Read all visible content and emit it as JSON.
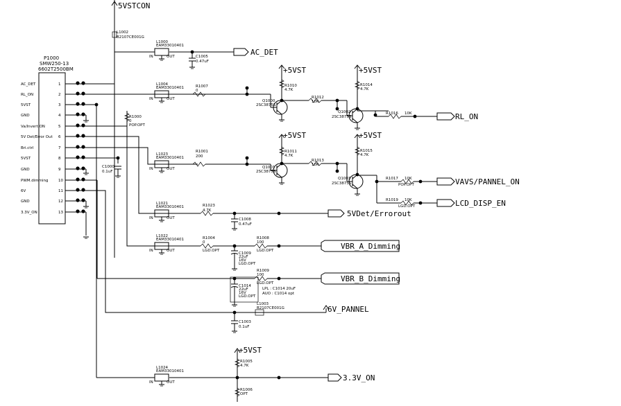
{
  "connector": {
    "ref": "P1000",
    "part": "SMW250-13",
    "code": "6602T2500BM",
    "pins": [
      {
        "num": "1",
        "label": "AC_DET"
      },
      {
        "num": "2",
        "label": "RL_ON"
      },
      {
        "num": "3",
        "label": "5VST"
      },
      {
        "num": "4",
        "label": "GND"
      },
      {
        "num": "5",
        "label": "Va/Invert.ON"
      },
      {
        "num": "6",
        "label": "5V Det/Error Out"
      },
      {
        "num": "7",
        "label": "Bri.ctrl"
      },
      {
        "num": "8",
        "label": "5VST"
      },
      {
        "num": "9",
        "label": "GND"
      },
      {
        "num": "10",
        "label": "PWM.dimming"
      },
      {
        "num": "11",
        "label": "6V"
      },
      {
        "num": "12",
        "label": "GND"
      },
      {
        "num": "13",
        "label": "3.3V_ON"
      }
    ]
  },
  "nets": {
    "top": "5VSTCON",
    "ac_det": "AC_DET",
    "rl_on": "RL_ON",
    "vavs": "VAVS/PANNEL_ON",
    "lcd": "LCD_DISP_EN",
    "err": "5VDet/Errorout",
    "vbr_a": "VBR_A_Dimming",
    "vbr_b": "VBR_B_Dimming",
    "p6v": "6V_PANNEL",
    "p33": "3.3V_ON",
    "v5": "+5VST"
  },
  "fb_top": {
    "ref": "L1002",
    "part": "B2107CE001G"
  },
  "fb_bottom": {
    "ref": "L1003",
    "part": "B2107CE001G"
  },
  "filters": [
    {
      "ref": "L1000",
      "part": "EAM33010401"
    },
    {
      "ref": "L1004",
      "part": "EAM33010401"
    },
    {
      "ref": "L1023",
      "part": "EAM33010401"
    },
    {
      "ref": "L1021",
      "part": "EAM33010401"
    },
    {
      "ref": "L1022",
      "part": "EAM33010401"
    },
    {
      "ref": "L1024",
      "part": "EAM33010401"
    }
  ],
  "filter_pins": {
    "in": "IN",
    "out": "OUT"
  },
  "transistors": [
    {
      "ref": "Q1000",
      "part": "2SC3875S"
    },
    {
      "ref": "Q1002",
      "part": "2SC3875S"
    },
    {
      "ref": "Q1001",
      "part": "2SC3875S"
    },
    {
      "ref": "Q1003",
      "part": "2SC3875S"
    }
  ],
  "resistors": [
    {
      "ref": "R1007",
      "val": "0"
    },
    {
      "ref": "R1010",
      "val": "4.7K"
    },
    {
      "ref": "R1012",
      "val": "10K"
    },
    {
      "ref": "R1014",
      "val": "4.7K"
    },
    {
      "ref": "R1016",
      "val": "10K"
    },
    {
      "ref": "R1000",
      "val": "0",
      "opt": "POP.OPT"
    },
    {
      "ref": "R1001",
      "val": "200"
    },
    {
      "ref": "R1011",
      "val": "4.7K"
    },
    {
      "ref": "R1013",
      "val": "10K"
    },
    {
      "ref": "R1015",
      "val": "4.7K"
    },
    {
      "ref": "R1017",
      "val": "10K",
      "opt": "POP.OPT"
    },
    {
      "ref": "R1019",
      "val": "10K",
      "opt": "LGD.OPT"
    },
    {
      "ref": "R1023",
      "val": "4.7K"
    },
    {
      "ref": "R1004",
      "val": "0",
      "opt": "LGD.OPT"
    },
    {
      "ref": "R1008",
      "val": "100",
      "opt": "LGD.OPT"
    },
    {
      "ref": "R1009",
      "val": "100",
      "opt": "LGD.OPT"
    },
    {
      "ref": "R1005",
      "val": "4.7K"
    },
    {
      "ref": "R1006",
      "val": "OPT"
    }
  ],
  "capacitors": [
    {
      "ref": "C1005",
      "val": "0.47uF"
    },
    {
      "ref": "C1000",
      "val": "0.1uF"
    },
    {
      "ref": "C1008",
      "val": "0.47uF"
    },
    {
      "ref": "C1009",
      "val": "22uF",
      "volt": "16V",
      "opt": "LGD.OPT"
    },
    {
      "ref": "C1014",
      "val": "22uF",
      "volt": "16V",
      "opt": "LGD.OPT"
    },
    {
      "ref": "C1003",
      "val": "0.1uF"
    }
  ],
  "note": {
    "line1": "LPL : C1014 20uF",
    "line2": "AUO : C1014 opt"
  }
}
